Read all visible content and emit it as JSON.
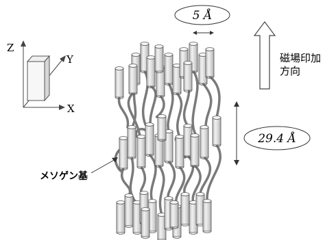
{
  "axes": {
    "z": "Z",
    "y": "Y",
    "x": "X"
  },
  "spacing_label": "5 Å",
  "layer_label": "29.4 Å",
  "field_label_line1": "磁場印加",
  "field_label_line2": "方向",
  "mesogen_label": "メソゲン基"
}
